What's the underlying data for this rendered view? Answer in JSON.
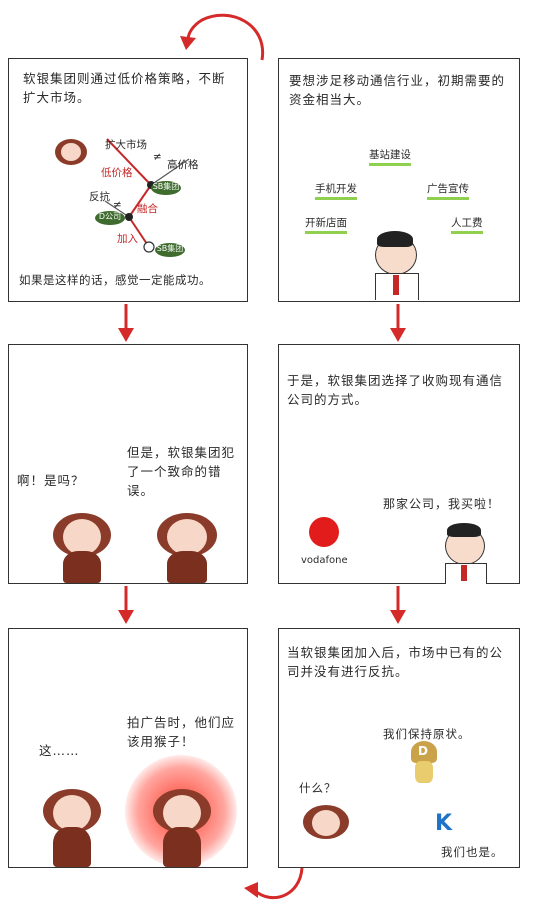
{
  "colors": {
    "arrow": "#d42a2a",
    "accent_red": "#c62828",
    "green_underline": "#8fd14f",
    "dark_green": "#3f6b2f",
    "glow_red": "#ff3a2a"
  },
  "panel1": {
    "text_top": "软银集团则通过低价格策略，不断扩大市场。",
    "diagram": {
      "label_expand": "扩大市场",
      "label_low_price": "低价格",
      "label_high_price": "高价格",
      "label_resist": "反抗",
      "label_merge": "融合",
      "label_join": "加入",
      "blob_sb1": "SB集团",
      "blob_d": "D公司",
      "blob_sb2": "SB集团",
      "neq": "≠"
    },
    "text_bottom": "如果是这样的话，感觉一定能成功。"
  },
  "panel2": {
    "text_top": "要想涉足移动通信行业，初期需要的资金相当大。",
    "items": [
      "基站建设",
      "手机开发",
      "广告宣传",
      "开新店面",
      "人工费"
    ]
  },
  "panel3": {
    "speech_left": "啊！是吗？",
    "speech_right": "但是，软银集团犯了一个致命的错误。"
  },
  "panel4": {
    "text_top": "于是，软银集团选择了收购现有通信公司的方式。",
    "speech": "那家公司，我买啦！",
    "logo_text": "vodafone"
  },
  "panel5": {
    "speech_right": "拍广告时，他们应该用猴子！",
    "speech_left": "这……"
  },
  "panel6": {
    "text_top": "当软银集团加入后，市场中已有的公司并没有进行反抗。",
    "speech_d": "我们保持原状。",
    "speech_k": "我们也是。",
    "speech_monkey": "什么？",
    "d_letter": "D",
    "k_letter": "K"
  }
}
